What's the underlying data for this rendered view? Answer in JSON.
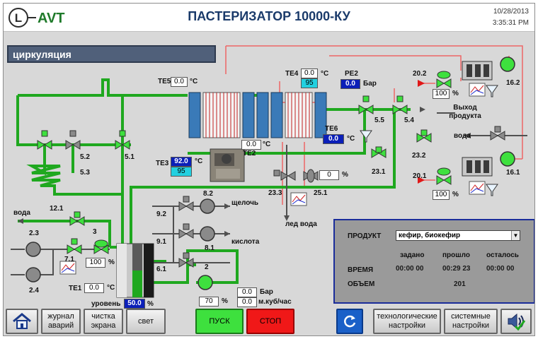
{
  "header": {
    "logo_text": "L-AVT",
    "title": "ПАСТЕРИЗАТОР 10000-КУ",
    "date": "10/28/2013",
    "time": "3:35:31 PM"
  },
  "mode_label": "циркуляция",
  "labels": {
    "te5": "TE5",
    "te4": "TE4",
    "pe2": "PE2",
    "bar_unit": "Бар",
    "te6": "TE6",
    "te3": "TE3",
    "te2": "TE2",
    "te1": "TE1",
    "v20_2": "20.2",
    "v16_2": "16.2",
    "v5_5": "5.5",
    "v5_4": "5.4",
    "v5_2": "5.2",
    "v5_3": "5.3",
    "v5_1": "5.1",
    "v23_2": "23.2",
    "v23_1": "23.1",
    "v23_3": "23.3",
    "v25_1": "25.1",
    "v20_1": "20.1",
    "v16_1": "16.1",
    "v12_1": "12.1",
    "v2_3": "2.3",
    "v3": "3",
    "v7_1": "7.1",
    "v2_4": "2.4",
    "v8_2": "8.2",
    "v9_2": "9.2",
    "v9_1": "9.1",
    "v8_1": "8.1",
    "v6_1": "6.1",
    "v2": "2",
    "product_out": "Выход продукта",
    "water1": "вода",
    "water2": "вода",
    "ice_water": "лед вода",
    "alkali": "щелочь",
    "acid": "кислота",
    "level": "уровень",
    "deg_c": "°C",
    "pct": "%",
    "flow_unit": "м.куб/час"
  },
  "values": {
    "te5": "0.0",
    "te4": "0.0",
    "te4_set": "95",
    "pe2": "0.0",
    "te6": "0.0",
    "te3": "92.0",
    "te3_set": "95",
    "te2": "0.0",
    "te1": "0.0",
    "v20_2_pct": "100",
    "v20_1_pct": "100",
    "v25_1_pct": "0",
    "v3_pct": "100",
    "level": "50.0",
    "pump2_pct": "70",
    "pressure2": "0.0",
    "flow2": "0.0"
  },
  "panel": {
    "product_label": "ПРОДУКТ",
    "product_value": "кефир, биокефир",
    "col_set": "задано",
    "col_passed": "прошло",
    "col_left": "осталось",
    "time_label": "ВРЕМЯ",
    "time_set": "00:00 00",
    "time_passed": "00:29 23",
    "time_left": "00:00 00",
    "volume_label": "ОБЪЕМ",
    "volume_value": "201"
  },
  "buttons": {
    "alarm_log": "журнал аварий",
    "clear_screen": "чистка экрана",
    "light": "свет",
    "start": "ПУСК",
    "stop": "СТОП",
    "tech_settings": "технологические настройки",
    "system_settings": "системные настройки"
  },
  "colors": {
    "pipe_green": "#1fa81f",
    "pipe_red": "#ee5555",
    "start": "#3ee03e",
    "stop": "#f01818",
    "value_blue": "#0b1fb8",
    "value_cyan": "#22d0e0"
  }
}
